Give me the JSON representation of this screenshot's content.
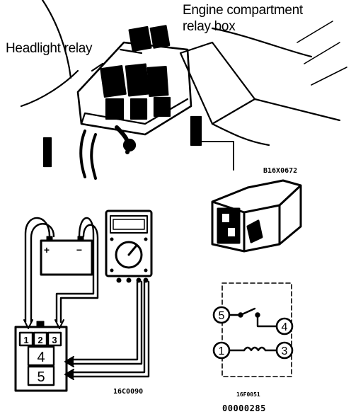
{
  "top_illustration": {
    "label_compartment_line1": "Engine compartment",
    "label_compartment_line2": "relay box",
    "label_headlight_relay": "Headlight relay"
  },
  "relay_view": {
    "code": "B16X0672"
  },
  "test_setup": {
    "code": "16C0090",
    "battery_plus": "+",
    "battery_minus": "−",
    "terminals": {
      "t1": "1",
      "t2": "2",
      "t3": "3",
      "t4": "4",
      "t5": "5"
    }
  },
  "schematic": {
    "code": "16F0051",
    "figure_number": "00000285",
    "nodes": {
      "n5": "5",
      "n4": "4",
      "n1": "1",
      "n3": "3"
    }
  }
}
